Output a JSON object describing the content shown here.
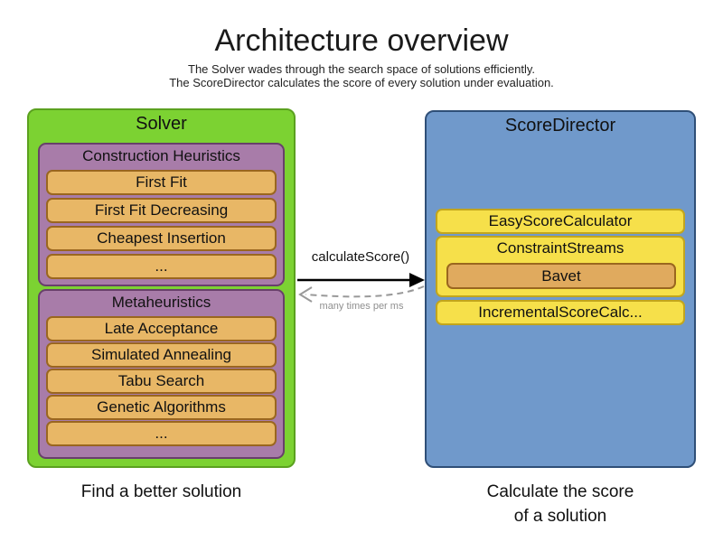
{
  "title": "Architecture overview",
  "subtitle": {
    "line1": "The Solver wades through the search space of solutions efficiently.",
    "line2": "The ScoreDirector calculates the score of every solution under evaluation."
  },
  "solver": {
    "label": "Solver",
    "caption": "Find a better solution",
    "sections": [
      {
        "label": "Construction Heuristics",
        "items": [
          "First Fit",
          "First Fit Decreasing",
          "Cheapest Insertion",
          "..."
        ]
      },
      {
        "label": "Metaheuristics",
        "items": [
          "Late Acceptance",
          "Simulated Annealing",
          "Tabu Search",
          "Genetic Algorithms",
          "..."
        ]
      }
    ]
  },
  "score_director": {
    "label": "ScoreDirector",
    "caption_line1": "Calculate the score",
    "caption_line2": "of a solution",
    "calculators": {
      "easy": "EasyScoreCalculator",
      "constraint_streams": "ConstraintStreams",
      "constraint_streams_child": "Bavet",
      "incremental": "IncrementalScoreCalc..."
    }
  },
  "arrows": {
    "call_label": "calculateScore()",
    "frequency_label": "many times per ms"
  },
  "colors": {
    "solver_fill": "#7cd232",
    "solver_border": "#5ba11f",
    "section_fill": "#a87ca9",
    "section_border": "#68406a",
    "item_fill": "#e8b766",
    "item_border": "#9a661f",
    "score_director_fill": "#7099cb",
    "score_director_border": "#2f4f77",
    "calculator_fill": "#f6e04a",
    "calculator_border": "#c2a51c",
    "bavet_fill": "#e0aa5e",
    "arrow_solid": "#000000",
    "arrow_dashed": "#999999"
  }
}
